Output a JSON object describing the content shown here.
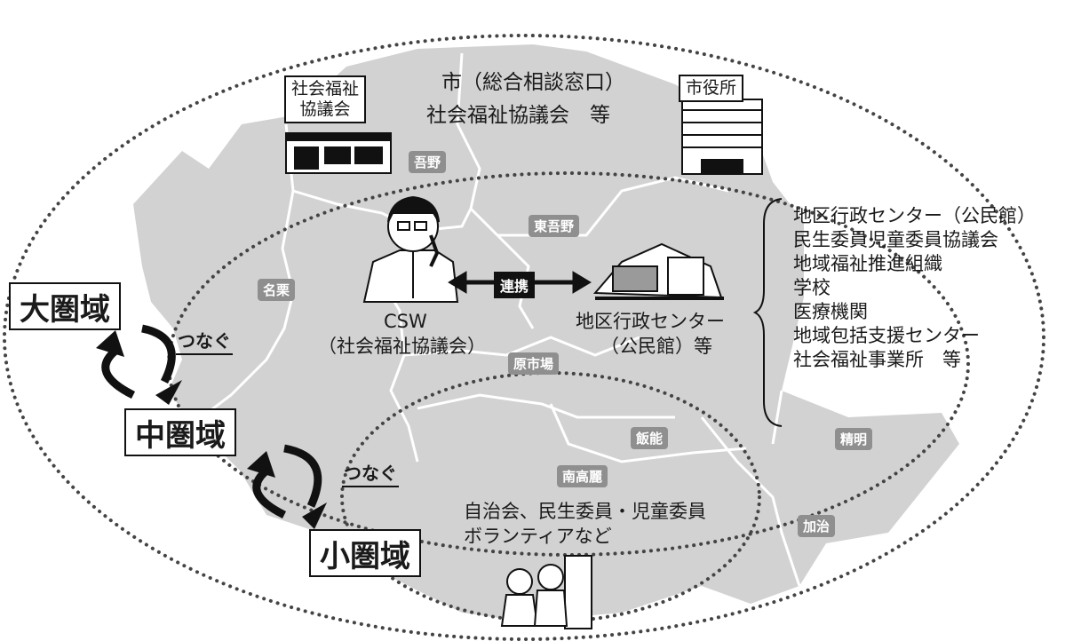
{
  "city_hub": {
    "line1": "市（総合相談窓口）",
    "line2": "社会福祉協議会　等"
  },
  "shakyo_label": [
    "社会福祉",
    "協議会"
  ],
  "city_hall_label": "市役所",
  "spheres": {
    "large": "大圏域",
    "middle": "中圏域",
    "small": "小圏域"
  },
  "connect_label": "つなぐ",
  "cooperation_label": "連携",
  "csw": {
    "line1": "CSW",
    "line2": "（社会福祉協議会）"
  },
  "district_center": {
    "line1": "地区行政センター",
    "line2": "（公民館）等"
  },
  "middle_list": [
    "地区行政センター（公民館）",
    "民生委員児童委員協議会",
    "地域福祉推進組織",
    "学校",
    "医療機関",
    "地域包括支援センター",
    "社会福祉事業所　等"
  ],
  "small_list": {
    "line1": "自治会、民生委員・児童委員",
    "line2": "ボランティアなど"
  },
  "areas": {
    "agano": "吾野",
    "higashi_agano": "東吾野",
    "naguri": "名栗",
    "haraichiba": "原市場",
    "hanno": "飯能",
    "minami_koma": "南高麗",
    "seimei": "精明",
    "kaji": "加治"
  },
  "colors": {
    "map_fill": "#d2d2d2",
    "label_fill": "#8f8f8f",
    "border_white": "#ffffff",
    "ink": "#111111"
  }
}
